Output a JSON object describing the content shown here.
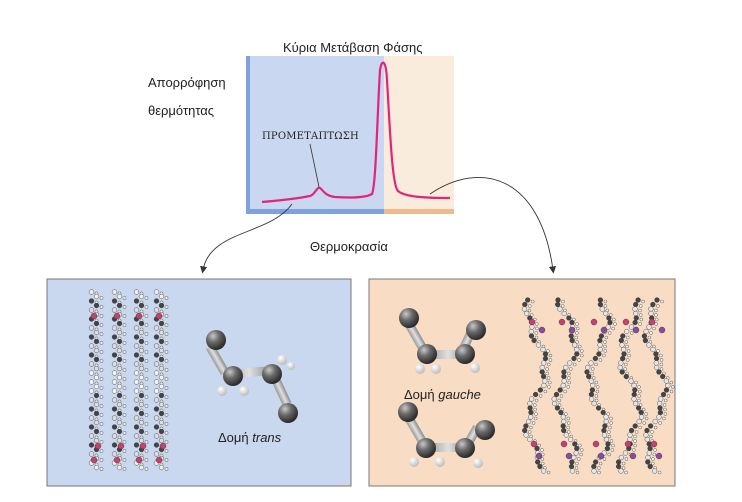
{
  "title": "Κύρια Μετάβαση Φάσης",
  "y_axis_label_line1": "Απορρόφηση",
  "y_axis_label_line2": "θερμότητας",
  "pretransition_label": "ΠΡΟΜΕΤΑΠΤΩΣΗ",
  "x_axis_label": "Θερμοκρασία",
  "trans_label_prefix": "Δομή ",
  "trans_label_word": "trans",
  "gauche_label_prefix": "Δομή ",
  "gauche_label_word": "gauche",
  "colors": {
    "low_temp_background": "#c9d7ef",
    "high_temp_background": "#f8dcc3",
    "plot_left_bg": "#c9d7f1",
    "plot_right_bg": "#f9ecdc",
    "axis_left": "#7ea2de",
    "axis_right": "#f0b98c",
    "curve": "#e0257a",
    "membrane_tail": "#444444",
    "headgroup": "#c84070",
    "atom": "#555555"
  }
}
